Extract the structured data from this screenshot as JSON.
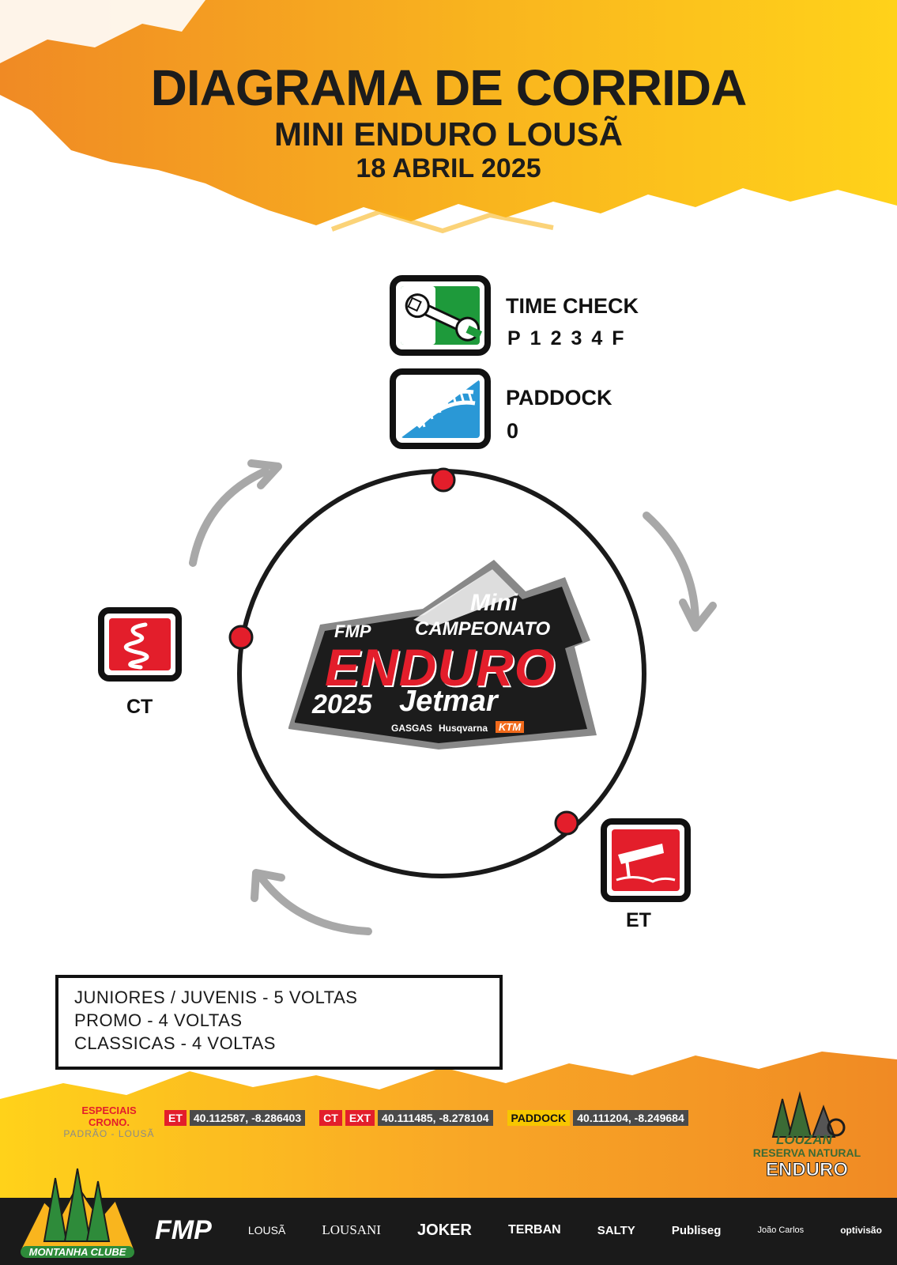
{
  "header": {
    "title": "DIAGRAMA DE CORRIDA",
    "subtitle": "MINI ENDURO LOUSÃ",
    "date": "18 ABRIL 2025"
  },
  "legend": {
    "time_check": {
      "title": "TIME CHECK",
      "checkpoints": "P1234F"
    },
    "paddock": {
      "title": "PADDOCK",
      "value": "0"
    }
  },
  "stations": {
    "ct": {
      "label": "CT"
    },
    "et": {
      "label": "ET"
    }
  },
  "center_logo": {
    "line1": "Mini",
    "line2": "CAMPEONATO",
    "line3": "ENDURO",
    "year": "2025",
    "sponsor": "Jetmar",
    "fmp": "FMP",
    "brands": [
      "GASGAS",
      "Husqvarna",
      "KTM"
    ]
  },
  "laps": [
    "JUNIORES / JUVENIS - 5 VOLTAS",
    "PROMO - 4 VOLTAS",
    "CLASSICAS - 4 VOLTAS"
  ],
  "coordinates": {
    "especiais_title": "ESPECIAIS CRONO.",
    "especiais_sub": "PADRÃO - LOUSÃ",
    "et_tag": "ET",
    "et_coords": "40.112587, -8.286403",
    "ct_tag": "CT",
    "ext_tag": "EXT",
    "ct_coords": "40.111485, -8.278104",
    "paddock_tag": "PADDOCK",
    "paddock_coords": "40.111204, -8.249684"
  },
  "logos": {
    "montanha": "MONTANHA CLUBE",
    "louzan_1": "LOUZAN",
    "louzan_2": "RESERVA NATURAL",
    "louzan_3": "ENDURO"
  },
  "sponsors": [
    "FMP",
    "LOUSÃ",
    "LOUSANI",
    "JOKER",
    "TERBAN",
    "SALTY",
    "Publiseg",
    "João Carlos",
    "optivisão"
  ],
  "colors": {
    "orange": "#f08a24",
    "yellow": "#ffd21a",
    "red": "#e31e2b",
    "green": "#1e9a3b",
    "blue": "#2a98d6",
    "arrow_gray": "#a8a8a8"
  }
}
